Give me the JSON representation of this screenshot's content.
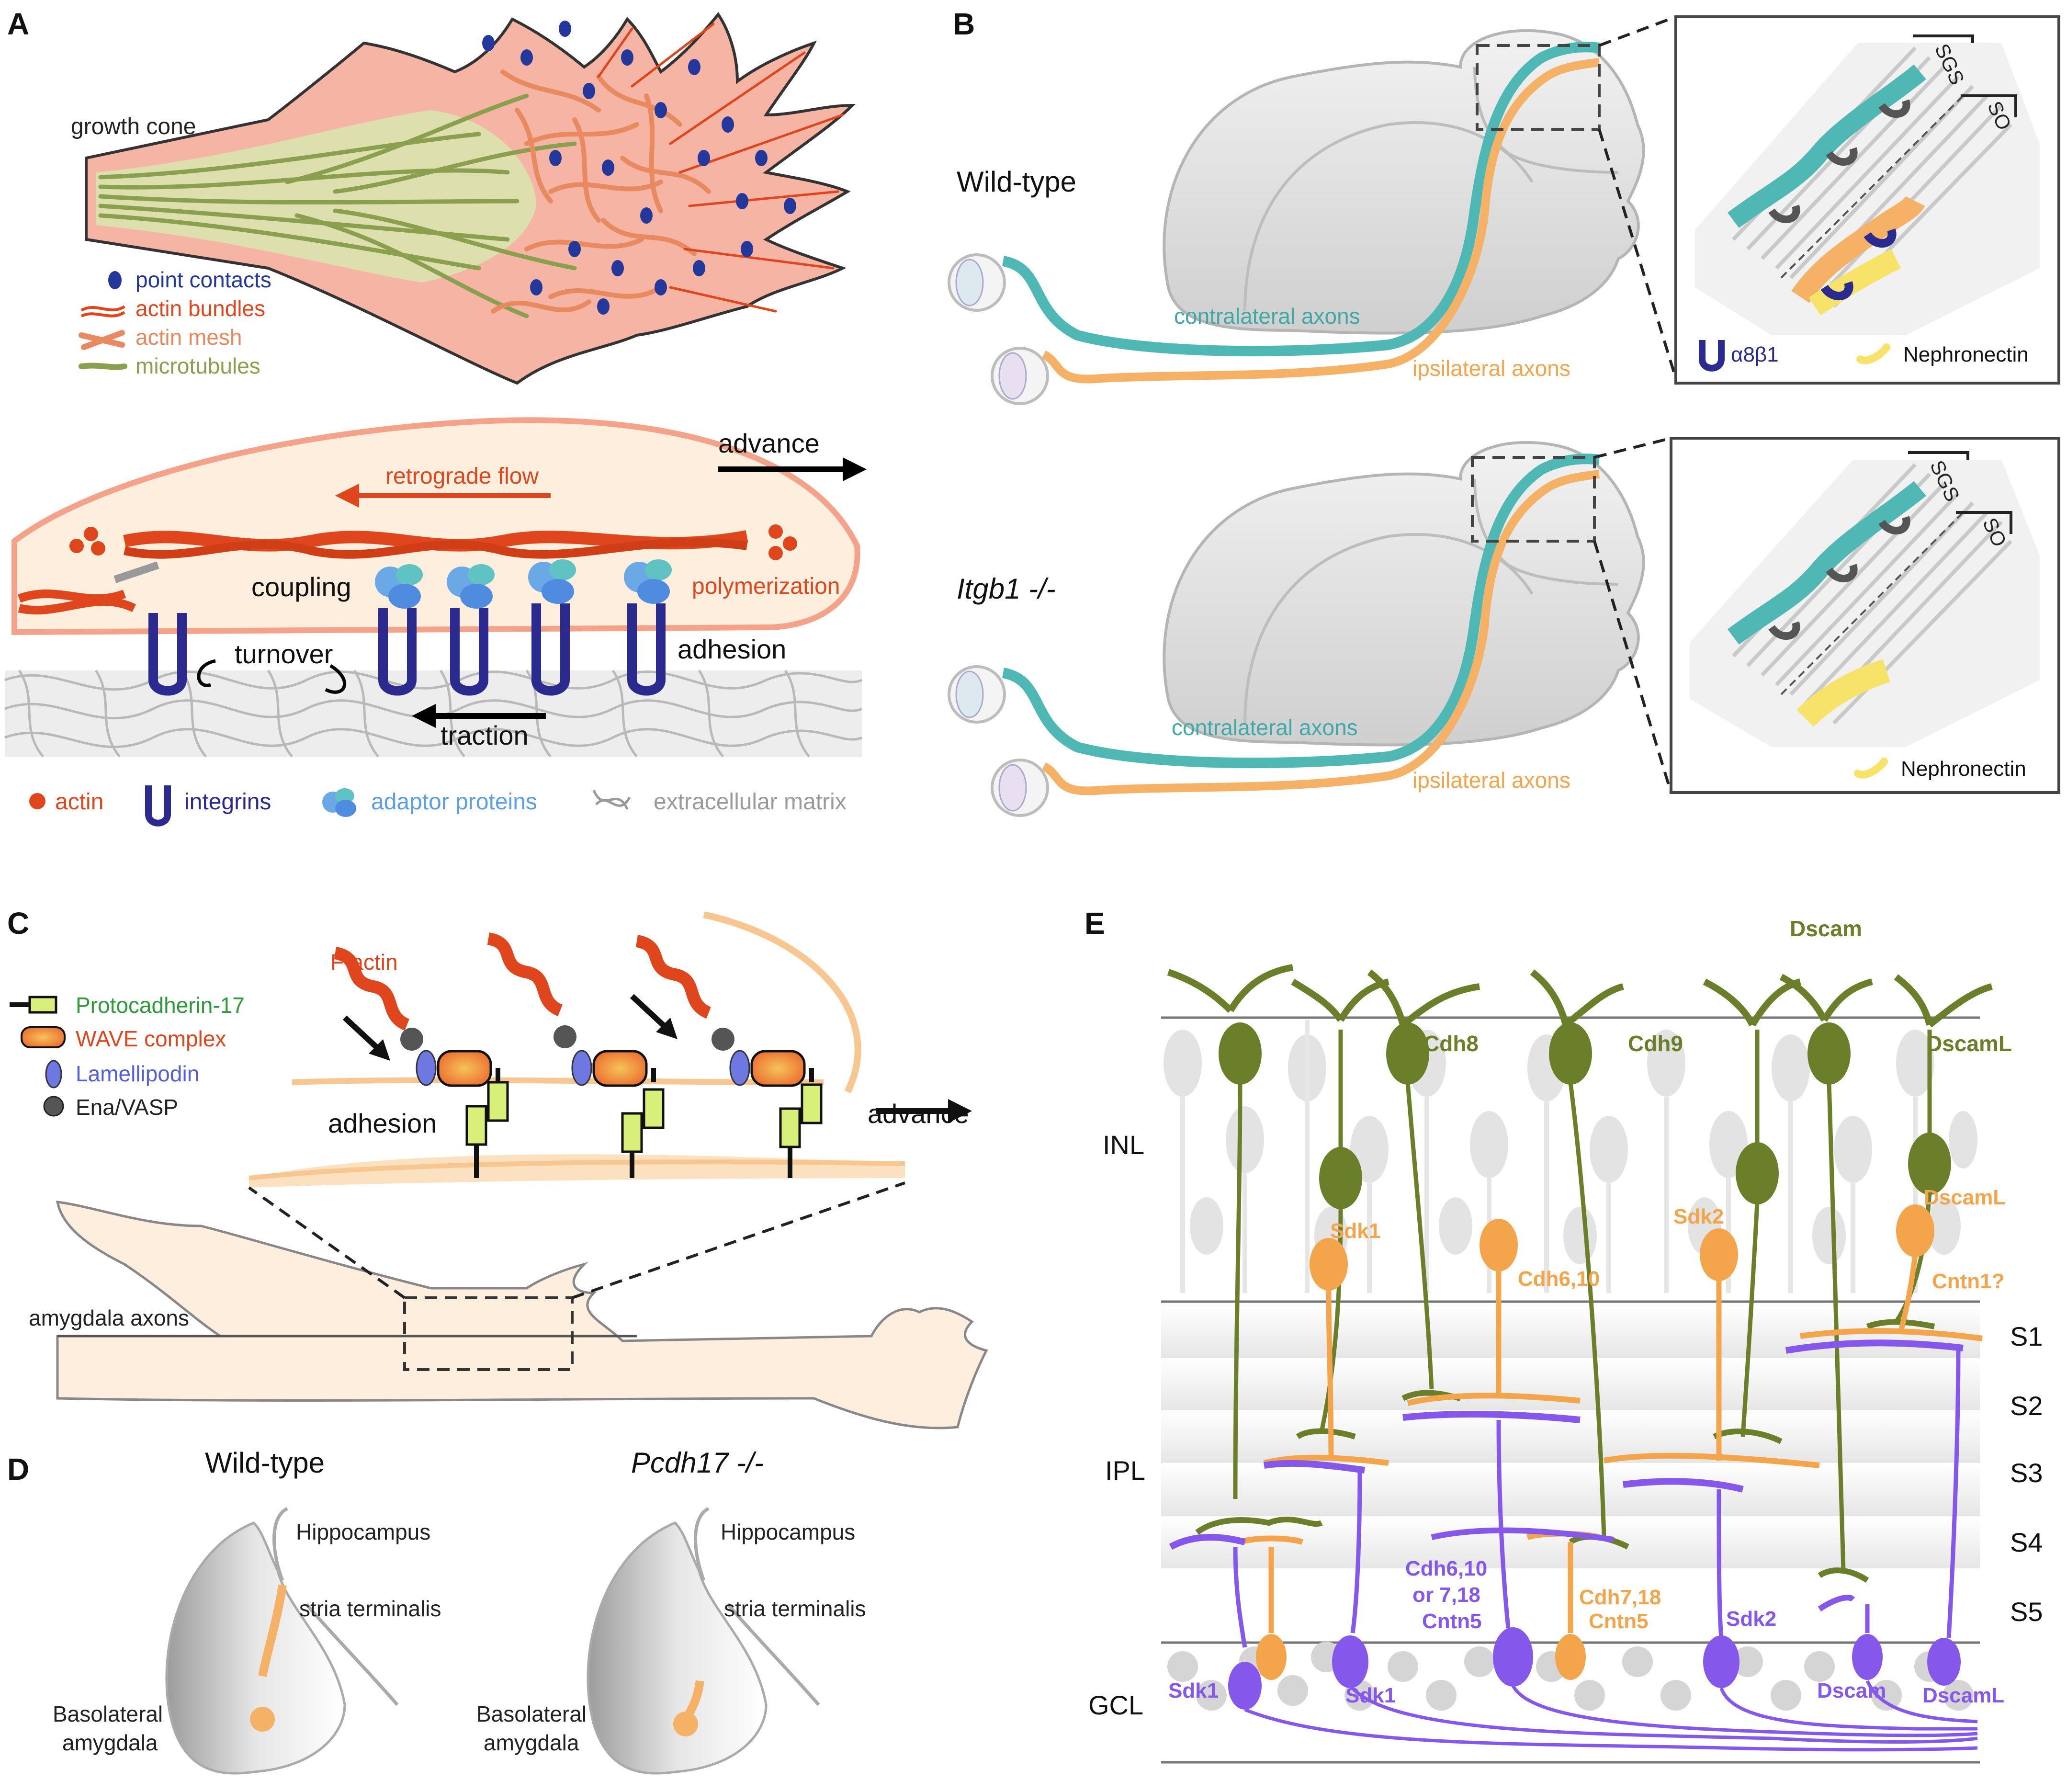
{
  "panels": {
    "A": {
      "letter": "A",
      "growth_cone": "growth cone",
      "legend": {
        "point_contacts": "point contacts",
        "actin_bundles": "actin bundles",
        "actin_mesh": "actin mesh",
        "microtubules": "microtubules"
      },
      "advance": "advance",
      "retrograde_flow": "retrograde flow",
      "coupling": "coupling",
      "polymerization": "polymerization",
      "turnover": "turnover",
      "adhesion": "adhesion",
      "traction": "traction",
      "bottom_legend": {
        "actin": "actin",
        "integrins": "integrins",
        "adaptor_proteins": "adaptor proteins",
        "extracellular_matrix": "extracellular matrix"
      }
    },
    "B": {
      "letter": "B",
      "wild_type": "Wild-type",
      "mutant": "Itgb1 -/-",
      "contralateral": "contralateral axons",
      "ipsilateral": "ipsilateral axons",
      "sgs": "SGS",
      "so": "SO",
      "alpha8beta1": "α8β1",
      "nephronectin": "Nephronectin"
    },
    "C": {
      "letter": "C",
      "legend": {
        "protocadherin": "Protocadherin-17",
        "wave": "WAVE complex",
        "lamellipodin": "Lamellipodin",
        "ena_vasp": "Ena/VASP"
      },
      "f_actin": "F-actin",
      "adhesion": "adhesion",
      "advance": "advance",
      "amygdala_axons": "amygdala axons"
    },
    "D": {
      "letter": "D",
      "wild_type": "Wild-type",
      "mutant": "Pcdh17 -/-",
      "hippocampus": "Hippocampus",
      "stria_terminalis": "stria terminalis",
      "basolateral_1": "Basolateral",
      "basolateral_2": "amygdala"
    },
    "E": {
      "letter": "E",
      "layers": {
        "inl": "INL",
        "ipl": "IPL",
        "gcl": "GCL",
        "s1": "S1",
        "s2": "S2",
        "s3": "S3",
        "s4": "S4",
        "s5": "S5"
      },
      "green_labels": {
        "dscam_top": "Dscam",
        "cdh8": "Cdh8",
        "cdh9": "Cdh9",
        "dscaml_top": "DscamL"
      },
      "orange_labels": {
        "sdk1": "Sdk1",
        "cdh6_10": "Cdh6,10",
        "sdk2": "Sdk2",
        "dscaml": "DscamL",
        "cntn1": "Cntn1?",
        "cdh7_18": "Cdh7,18",
        "cntn5": "Cntn5"
      },
      "purple_labels": {
        "cdh6_10_line1": "Cdh6,10",
        "cdh6_10_line2": "or 7,18",
        "cdh6_10_line3": "Cntn5",
        "sdk2": "Sdk2",
        "sdk1_a": "Sdk1",
        "sdk1_b": "Sdk1",
        "dscam": "Dscam",
        "dscaml": "DscamL"
      }
    }
  },
  "colors": {
    "actin_red": "#e0461e",
    "actin_mesh": "#e8895f",
    "microtubule_green": "#8aa04e",
    "point_blue": "#23389a",
    "integrin_navy": "#2b2a8f",
    "adaptor_blue": "#6aa8e6",
    "teal": "#4fb8b5",
    "orange_axon": "#f5b266",
    "pcdh_green": "#d8f07a",
    "wave_orange": "#f08a3c",
    "lamellipodin": "#6d78e0",
    "olive": "#6b7f2a",
    "retina_orange": "#f4a44a",
    "retina_purple": "#8557ea",
    "nephronectin_yellow": "#f7e36a"
  }
}
